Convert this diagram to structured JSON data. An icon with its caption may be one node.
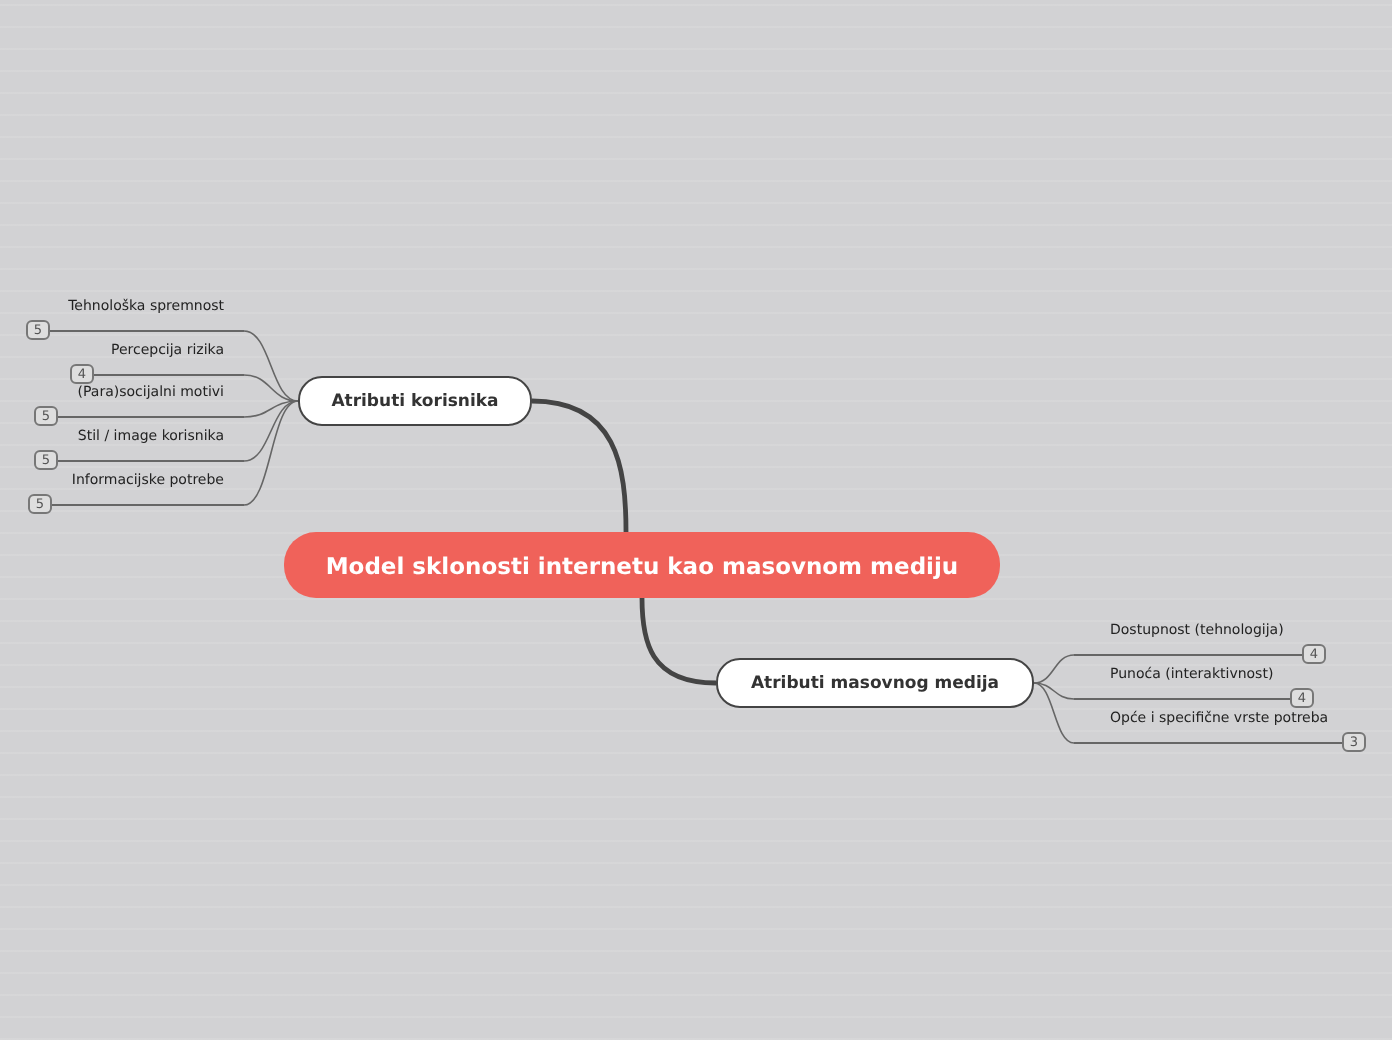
{
  "diagram": {
    "nodes": [
      {
        "text": [
          "Model sklonosti internetu kao masovnom mediju"
        ]
      },
      {
        "text": [
          "Atributi korisnika"
        ]
      },
      {
        "text": [
          "Atributi masovnog medija"
        ]
      },
      {
        "text": [
          "Tehnološka spremnost"
        ],
        "beside": [
          "5"
        ]
      },
      {
        "text": [
          "Percepcija rizika"
        ],
        "beside": [
          "4"
        ]
      },
      {
        "text": [
          "(Para)socijalni motivi"
        ],
        "beside": [
          "5"
        ]
      },
      {
        "text": [
          "Stil / image korisnika"
        ],
        "beside": [
          "5"
        ]
      },
      {
        "text": [
          "Informacijske potrebe"
        ],
        "beside": [
          "5"
        ]
      },
      {
        "text": [
          "Dostupnost (tehnologija)"
        ],
        "beside": [
          "4"
        ]
      },
      {
        "text": [
          "Punoća (interaktivnost)"
        ],
        "beside": [
          "4"
        ]
      },
      {
        "text": [
          "Opće i specifične vrste potreba"
        ],
        "beside": [
          "3"
        ]
      }
    ],
    "edges": [
      {
        "from": 0,
        "to": 1,
        "arrow": "none",
        "style": "thick"
      },
      {
        "from": 0,
        "to": 2,
        "arrow": "none",
        "style": "thick"
      },
      {
        "from": 1,
        "to": 3,
        "arrow": "none"
      },
      {
        "from": 1,
        "to": 4,
        "arrow": "none"
      },
      {
        "from": 1,
        "to": 5,
        "arrow": "none"
      },
      {
        "from": 1,
        "to": 6,
        "arrow": "none"
      },
      {
        "from": 1,
        "to": 7,
        "arrow": "none"
      },
      {
        "from": 2,
        "to": 8,
        "arrow": "none"
      },
      {
        "from": 2,
        "to": 9,
        "arrow": "none"
      },
      {
        "from": 2,
        "to": 10,
        "arrow": "none"
      }
    ]
  }
}
